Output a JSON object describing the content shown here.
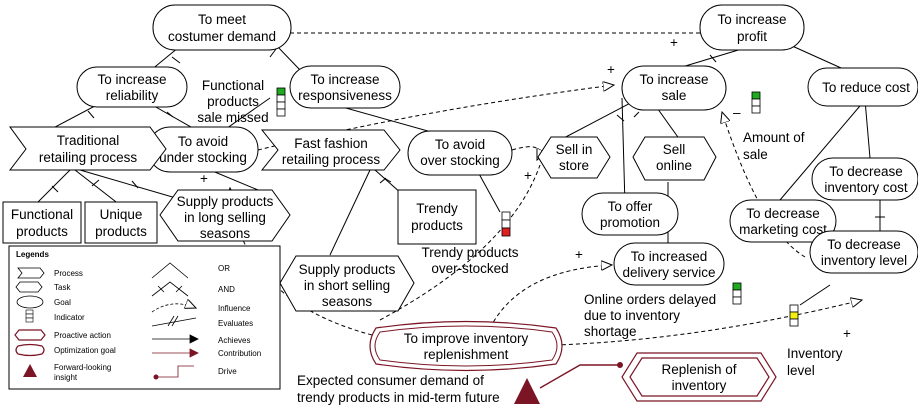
{
  "goals": {
    "meet_demand": [
      "To meet",
      "costumer demand"
    ],
    "increase_profit": [
      "To increase",
      "profit"
    ],
    "increase_reliability": [
      "To increase",
      "reliability"
    ],
    "increase_responsiveness": [
      "To increase",
      "responsiveness"
    ],
    "increase_sale": [
      "To increase",
      "sale"
    ],
    "reduce_cost": [
      "To reduce cost"
    ],
    "avoid_under_stocking": [
      "To avoid",
      "under stocking"
    ],
    "avoid_over_stocking": [
      "To avoid",
      "over stocking"
    ],
    "offer_promotion": [
      "To offer",
      "promotion"
    ],
    "decrease_inventory_cost": [
      "To decrease",
      "inventory cost"
    ],
    "decrease_marketing_cost": [
      "To decrease",
      "marketing cost"
    ],
    "increased_delivery_service": [
      "To increased",
      "delivery service"
    ],
    "decrease_inventory_level": [
      "To decrease",
      "inventory level"
    ]
  },
  "processes": {
    "traditional_retailing": [
      "Traditional",
      "retailing process"
    ],
    "fast_fashion_retailing": [
      "Fast fashion",
      "retailing process"
    ]
  },
  "tasks": {
    "supply_long": [
      "Supply products",
      "in long selling",
      "seasons"
    ],
    "sell_in_store": [
      "Sell in",
      "store"
    ],
    "sell_online": [
      "Sell",
      "online"
    ],
    "supply_short": [
      "Supply products",
      "in short selling",
      "seasons"
    ],
    "replenish_inventory": [
      "Replenish of",
      "inventory"
    ]
  },
  "boxes": {
    "functional_products": [
      "Functional",
      "products"
    ],
    "unique_products": [
      "Unique",
      "products"
    ],
    "trendy_products": [
      "Trendy",
      "products"
    ]
  },
  "optimization_goal": [
    "To improve inventory",
    "replenishment"
  ],
  "indicator_labels": {
    "functional_missed": [
      "Functional",
      "products",
      "sale missed"
    ],
    "trendy_overstocked": [
      "Trendy products",
      "over-stocked"
    ],
    "amount_of_sale": [
      "Amount of",
      "sale"
    ],
    "online_delayed": [
      "Online orders delayed",
      "due to inventory",
      "shortage"
    ],
    "inventory_level": [
      "Inventory",
      "level"
    ]
  },
  "insight_label": [
    "Expected consumer demand of",
    "trendy products in mid-term future"
  ],
  "plus_signs": [
    "+",
    "+",
    "+",
    "+",
    "+",
    "+"
  ],
  "minus_signs": [
    "–"
  ],
  "legend": {
    "title": "Legends",
    "items": [
      "Process",
      "Task",
      "Goal",
      "Indicator",
      "Proactive action",
      "Optimization goal",
      "Forward-looking insight"
    ],
    "links": [
      "OR",
      "AND",
      "Influence",
      "Evaluates",
      "Achieves",
      "Contribution",
      "Drive"
    ]
  },
  "colors": {
    "insight": "#7b1525",
    "indicator_green": "#1faa1f",
    "indicator_red": "#e02020",
    "indicator_yellow": "#f2ee10"
  }
}
